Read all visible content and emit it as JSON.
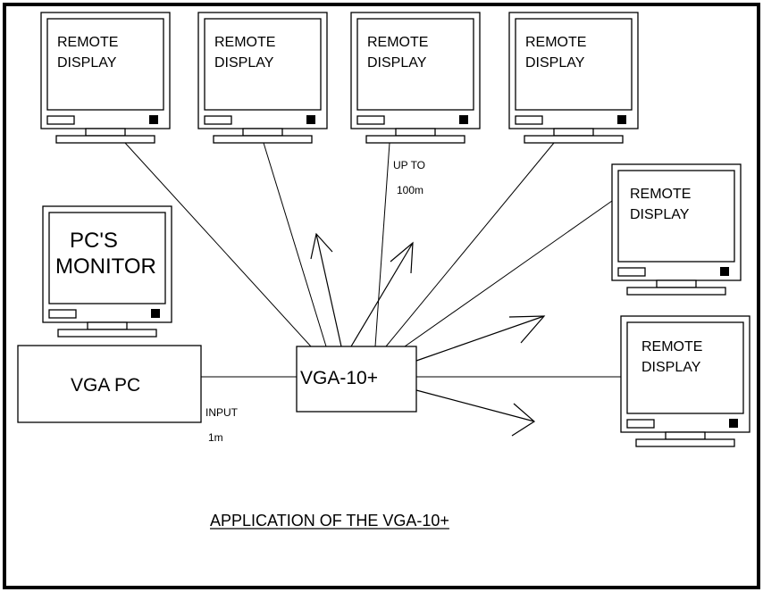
{
  "remote_display_lines": [
    "REMOTE",
    "DISPLAY"
  ],
  "pc_monitor_lines": [
    "PC'S",
    "MONITOR"
  ],
  "pc_label": "VGA PC",
  "device_label": "VGA-10+",
  "input_label": "INPUT",
  "input_distance": "1m",
  "up_to_label": "UP TO",
  "up_to_distance": "100m",
  "caption": "APPLICATION OF THE VGA-10+",
  "colors": {
    "line": "#000000",
    "background": "#ffffff"
  }
}
